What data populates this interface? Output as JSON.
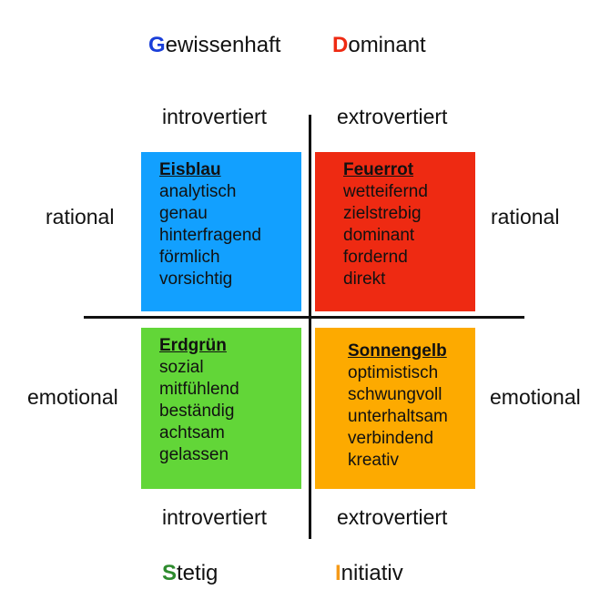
{
  "corners": {
    "top_left": {
      "first_letter": "G",
      "rest": "ewissenhaft",
      "letter_color": "#1a3fd9"
    },
    "top_right": {
      "first_letter": "D",
      "rest": "ominant",
      "letter_color": "#ee2a12"
    },
    "bottom_left": {
      "first_letter": "S",
      "rest": "tetig",
      "letter_color": "#2e8b2e"
    },
    "bottom_right": {
      "first_letter": "I",
      "rest": "nitiativ",
      "letter_color": "#f59a18"
    }
  },
  "axis_labels": {
    "top_left": "introvertiert",
    "top_right": "extrovertiert",
    "bottom_left": "introvertiert",
    "bottom_right": "extrovertiert"
  },
  "side_labels": {
    "left_top": "rational",
    "right_top": "rational",
    "left_bottom": "emotional",
    "right_bottom": "emotional"
  },
  "quadrants": {
    "blue": {
      "title": "Eisblau",
      "color": "#12a0ff",
      "traits": [
        "analytisch",
        "genau",
        "hinterfragend",
        "förmlich",
        "vorsichtig"
      ]
    },
    "red": {
      "title": "Feuerrot",
      "color": "#ee2a12",
      "traits": [
        "wetteifernd",
        "zielstrebig",
        "dominant",
        "fordernd",
        "direkt"
      ]
    },
    "green": {
      "title": "Erdgrün",
      "color": "#62d638",
      "traits": [
        "sozial",
        "mitfühlend",
        "beständig",
        "achtsam",
        "gelassen"
      ]
    },
    "yellow": {
      "title": "Sonnengelb",
      "color": "#fdaa00",
      "traits": [
        "optimistisch",
        "schwungvoll",
        "unterhaltsam",
        "verbindend",
        "kreativ"
      ]
    }
  }
}
